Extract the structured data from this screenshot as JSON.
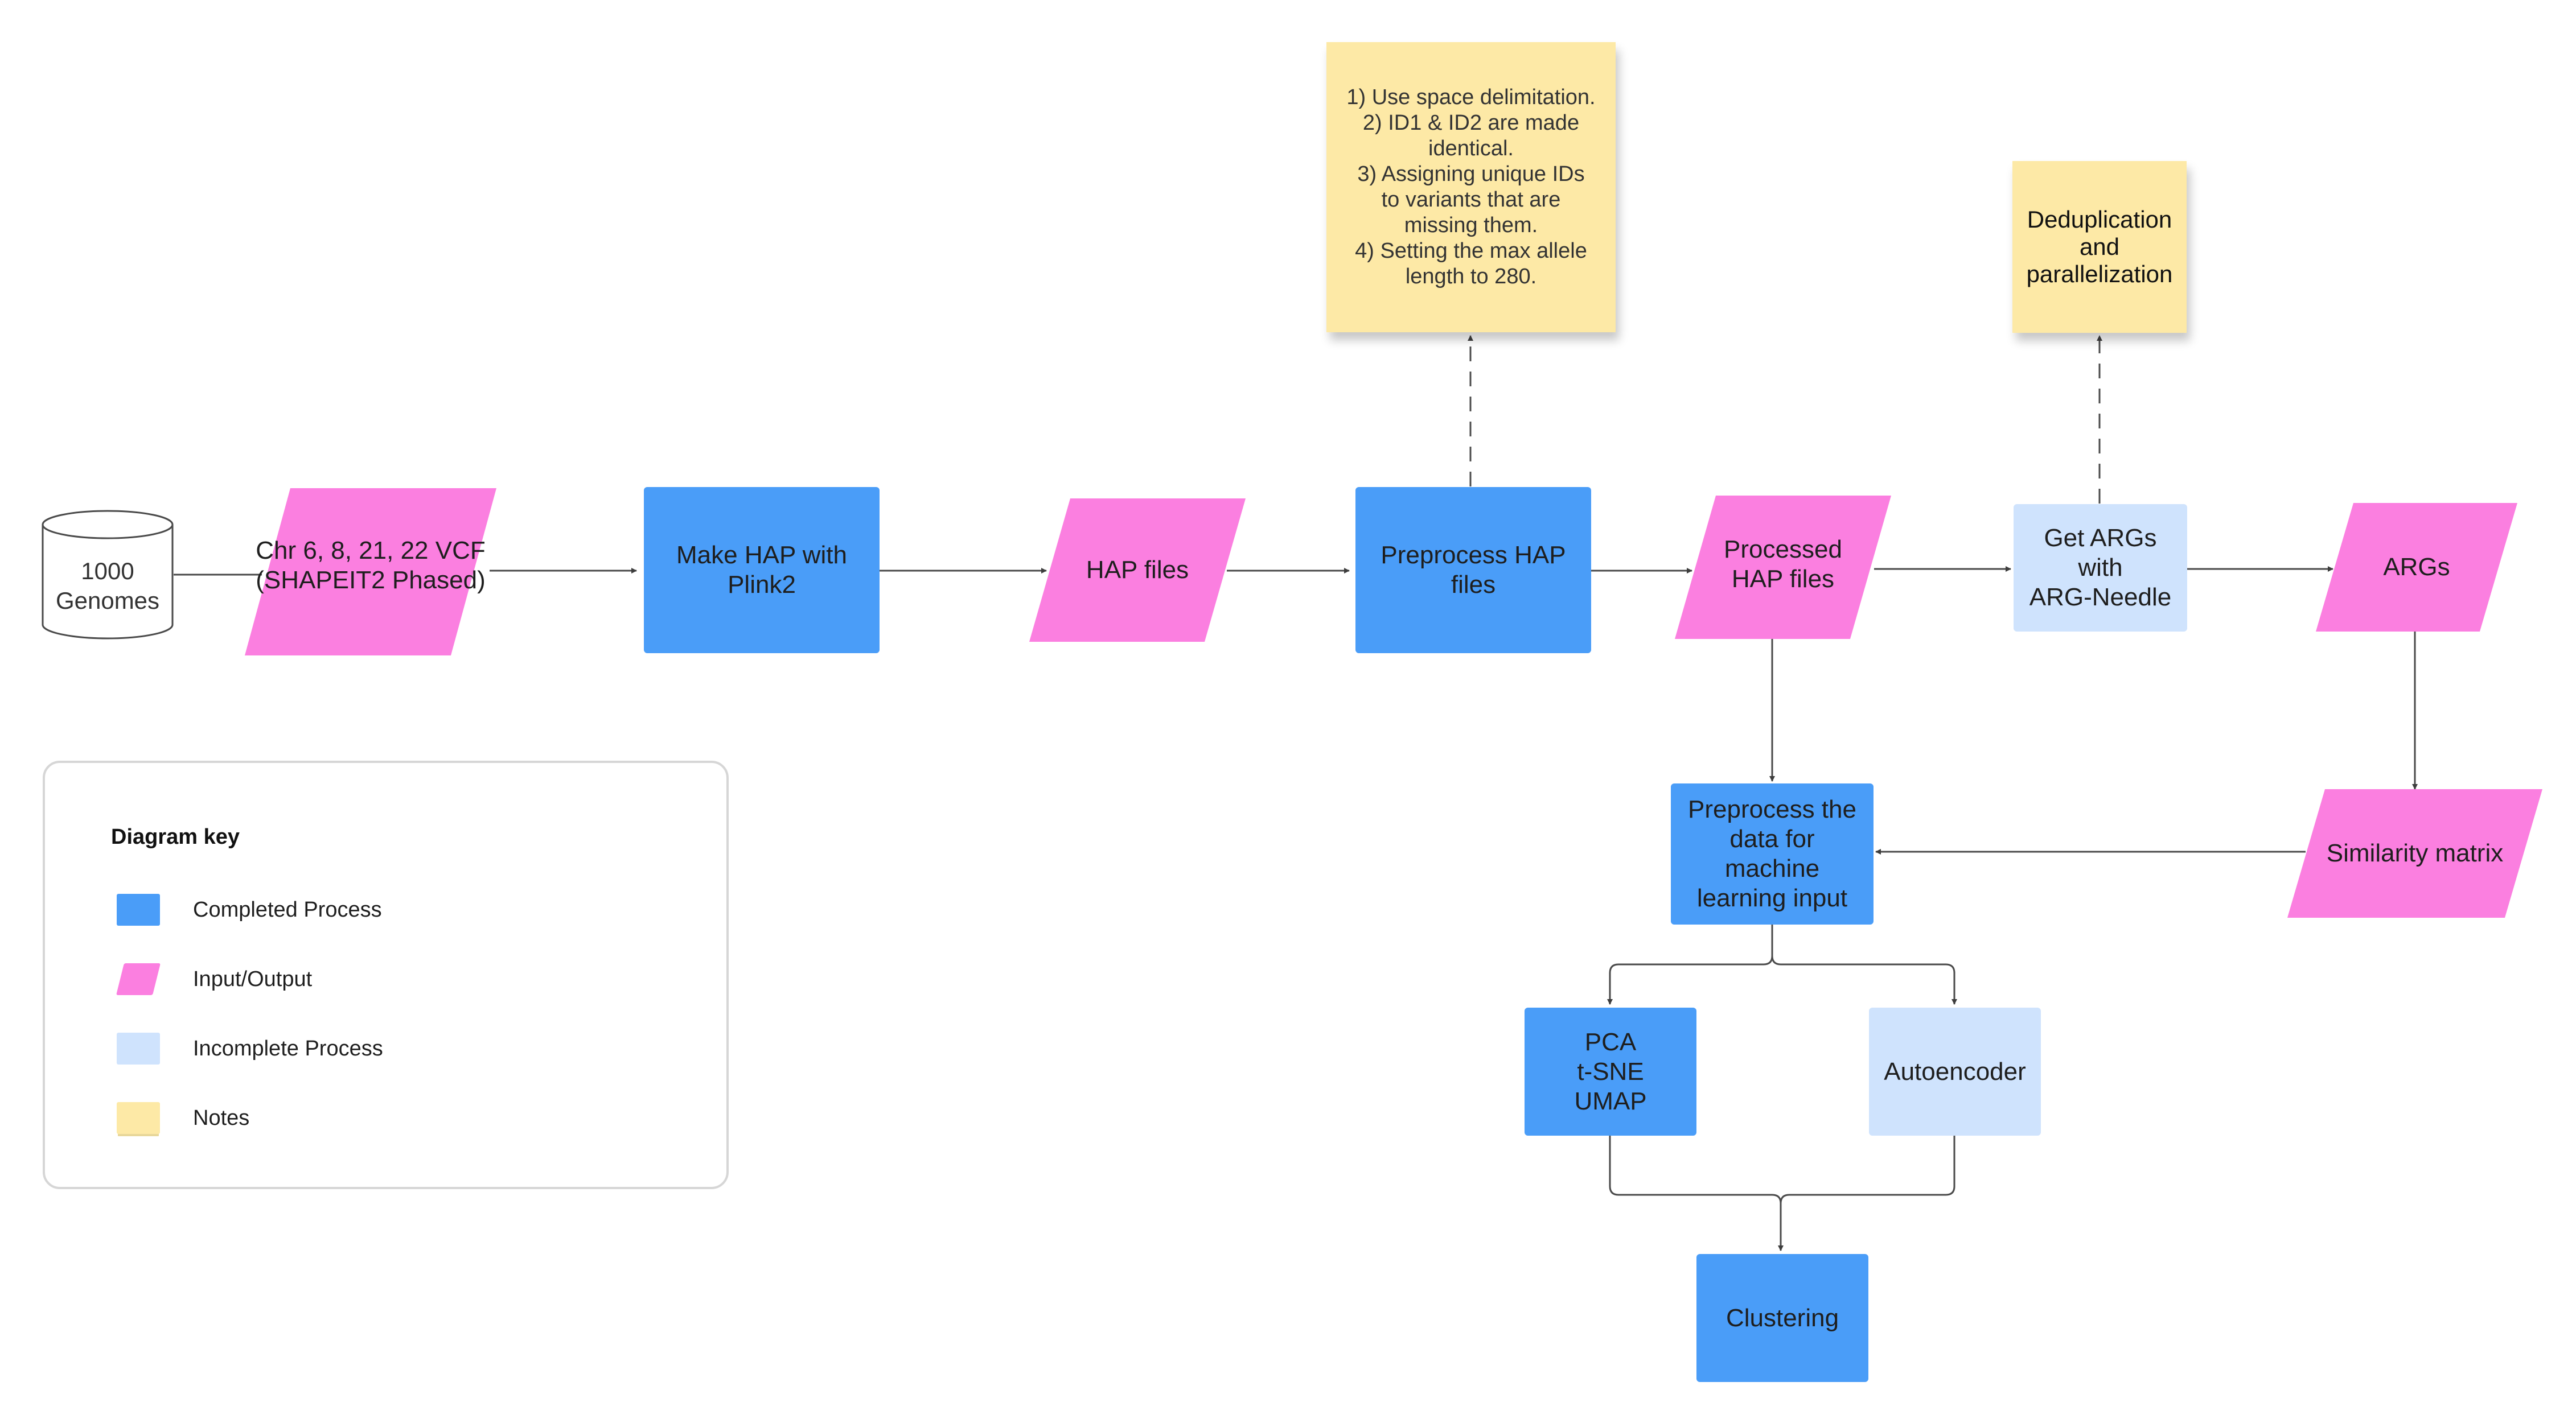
{
  "diagram": {
    "source": {
      "label": "1000\nGenomes"
    },
    "nodes": {
      "vcf": "Chr 6, 8, 21, 22 VCF\n(SHAPEIT2 Phased)",
      "make_hap": "Make HAP with\nPlink2",
      "hap_files": "HAP files",
      "preprocess_hap": "Preprocess HAP\nfiles",
      "processed_hap": "Processed\nHAP files",
      "get_args": "Get ARGs\nwith\nARG-Needle",
      "args": "ARGs",
      "similarity": "Similarity matrix",
      "preprocess_ml": "Preprocess the\ndata for\nmachine\nlearning input",
      "pca": "PCA\nt-SNE\nUMAP",
      "autoencoder": "Autoencoder",
      "clustering": "Clustering"
    },
    "notes": {
      "preprocess_note": "1) Use space delimitation.\n2) ID1 & ID2 are made\nidentical.\n3) Assigning unique IDs\nto variants that are\nmissing them.\n4) Setting the max allele\nlength to 280.",
      "args_note": "Deduplication\nand\nparallelization"
    },
    "colors": {
      "completed": "#4a9df8",
      "incomplete": "#cfe3fd",
      "io": "#fb7fe0",
      "note": "#fde9a6"
    }
  },
  "key": {
    "title": "Diagram key",
    "items": [
      {
        "label": "Completed Process",
        "type": "completed"
      },
      {
        "label": "Input/Output",
        "type": "io"
      },
      {
        "label": "Incomplete Process",
        "type": "incomplete"
      },
      {
        "label": "Notes",
        "type": "notes"
      }
    ]
  }
}
